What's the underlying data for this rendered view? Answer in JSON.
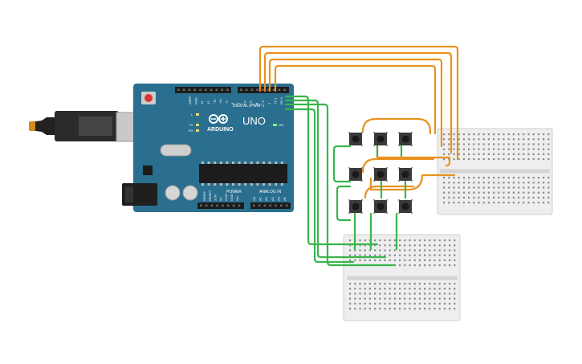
{
  "board": {
    "brand": "ARDUINO",
    "model": "UNO",
    "digital_label": "DIGITAL (PWM~)",
    "power_label": "POWER",
    "analog_label": "ANALOG IN",
    "on_label": "ON",
    "l_label": "L",
    "tx_label": "TX",
    "rx_label": "RX",
    "top_pins": [
      "AREF",
      "GND",
      "13",
      "12",
      "~11",
      "~10",
      "~9",
      "8",
      "7",
      "~6",
      "~5",
      "4",
      "~3",
      "2",
      "TX 1",
      "RX 0"
    ],
    "power_pins": [
      "IOREF",
      "RESET",
      "3.3V",
      "5V",
      "GND",
      "GND",
      "Vin"
    ],
    "analog_pins": [
      "A0",
      "A1",
      "A2",
      "A3",
      "A4",
      "A5"
    ]
  },
  "colors": {
    "board": "#2a6f8f",
    "wire_orange": "#e8921f",
    "wire_green": "#38b54a",
    "breadboard": "#eeeeee",
    "button": "#3a3a3a"
  },
  "icons": {
    "usb": "usb-plug-icon",
    "power_jack": "dc-jack-icon",
    "reset": "reset-button-icon",
    "chip": "atmega-chip-icon"
  }
}
